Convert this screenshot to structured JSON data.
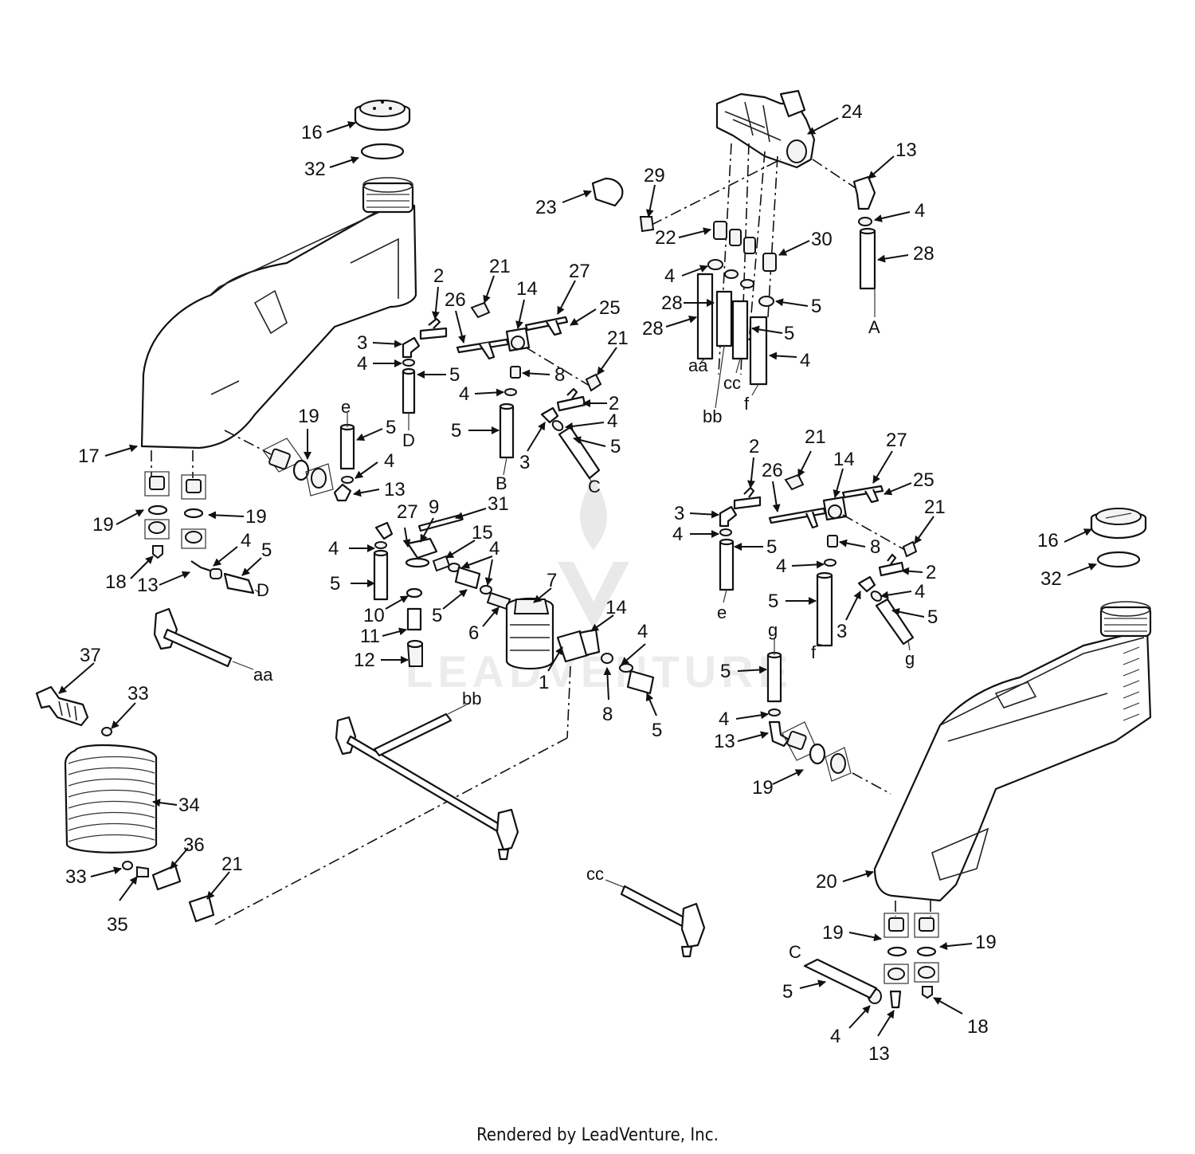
{
  "footer": "Rendered by LeadVenture, Inc.",
  "watermark": "LEADVENTURE",
  "callouts": [
    {
      "id": "c16a",
      "text": "16"
    },
    {
      "id": "c32a",
      "text": "32"
    },
    {
      "id": "c17",
      "text": "17"
    },
    {
      "id": "c19a",
      "text": "19"
    },
    {
      "id": "c19b",
      "text": "19"
    },
    {
      "id": "c19c",
      "text": "19"
    },
    {
      "id": "c18a",
      "text": "18"
    },
    {
      "id": "c13a",
      "text": "13"
    },
    {
      "id": "c4a",
      "text": "4"
    },
    {
      "id": "c5a",
      "text": "5"
    },
    {
      "id": "c5b",
      "text": "5"
    },
    {
      "id": "c4b",
      "text": "4"
    },
    {
      "id": "c13b",
      "text": "13"
    },
    {
      "id": "c2a",
      "text": "2"
    },
    {
      "id": "c21a",
      "text": "21"
    },
    {
      "id": "c26a",
      "text": "26"
    },
    {
      "id": "c14a",
      "text": "14"
    },
    {
      "id": "c27a",
      "text": "27"
    },
    {
      "id": "c25a",
      "text": "25"
    },
    {
      "id": "c3a",
      "text": "3"
    },
    {
      "id": "c4c",
      "text": "4"
    },
    {
      "id": "c5c",
      "text": "5"
    },
    {
      "id": "c8a",
      "text": "8"
    },
    {
      "id": "c21b",
      "text": "21"
    },
    {
      "id": "c4d",
      "text": "4"
    },
    {
      "id": "c2b",
      "text": "2"
    },
    {
      "id": "c5d",
      "text": "5"
    },
    {
      "id": "c4e",
      "text": "4"
    },
    {
      "id": "c3b",
      "text": "3"
    },
    {
      "id": "c5e",
      "text": "5"
    },
    {
      "id": "c23",
      "text": "23"
    },
    {
      "id": "c29",
      "text": "29"
    },
    {
      "id": "c24",
      "text": "24"
    },
    {
      "id": "c13c",
      "text": "13"
    },
    {
      "id": "c22",
      "text": "22"
    },
    {
      "id": "c30",
      "text": "30"
    },
    {
      "id": "c4f",
      "text": "4"
    },
    {
      "id": "c4g",
      "text": "4"
    },
    {
      "id": "c5f",
      "text": "5"
    },
    {
      "id": "c28a",
      "text": "28"
    },
    {
      "id": "c28b",
      "text": "28"
    },
    {
      "id": "c28c",
      "text": "28"
    },
    {
      "id": "c5g",
      "text": "5"
    },
    {
      "id": "c4h",
      "text": "4"
    },
    {
      "id": "c27b",
      "text": "27"
    },
    {
      "id": "c9",
      "text": "9"
    },
    {
      "id": "c31",
      "text": "31"
    },
    {
      "id": "c15",
      "text": "15"
    },
    {
      "id": "c4i",
      "text": "4"
    },
    {
      "id": "c4j",
      "text": "4"
    },
    {
      "id": "c5h",
      "text": "5"
    },
    {
      "id": "c10",
      "text": "10"
    },
    {
      "id": "c5i",
      "text": "5"
    },
    {
      "id": "c11",
      "text": "11"
    },
    {
      "id": "c6",
      "text": "6"
    },
    {
      "id": "c7",
      "text": "7"
    },
    {
      "id": "c12",
      "text": "12"
    },
    {
      "id": "c14b",
      "text": "14"
    },
    {
      "id": "c1",
      "text": "1"
    },
    {
      "id": "c4k",
      "text": "4"
    },
    {
      "id": "c8b",
      "text": "8"
    },
    {
      "id": "c5j",
      "text": "5"
    },
    {
      "id": "c37",
      "text": "37"
    },
    {
      "id": "c33a",
      "text": "33"
    },
    {
      "id": "c34",
      "text": "34"
    },
    {
      "id": "c36",
      "text": "36"
    },
    {
      "id": "c33b",
      "text": "33"
    },
    {
      "id": "c21c",
      "text": "21"
    },
    {
      "id": "c35",
      "text": "35"
    },
    {
      "id": "c2c",
      "text": "2"
    },
    {
      "id": "c21d",
      "text": "21"
    },
    {
      "id": "c14c",
      "text": "14"
    },
    {
      "id": "c27c",
      "text": "27"
    },
    {
      "id": "c26b",
      "text": "26"
    },
    {
      "id": "c25b",
      "text": "25"
    },
    {
      "id": "c3c",
      "text": "3"
    },
    {
      "id": "c4l",
      "text": "4"
    },
    {
      "id": "c5k",
      "text": "5"
    },
    {
      "id": "c8c",
      "text": "8"
    },
    {
      "id": "c21e",
      "text": "21"
    },
    {
      "id": "c4m",
      "text": "4"
    },
    {
      "id": "c2d",
      "text": "2"
    },
    {
      "id": "c5l",
      "text": "5"
    },
    {
      "id": "c4n",
      "text": "4"
    },
    {
      "id": "c3d",
      "text": "3"
    },
    {
      "id": "c5m",
      "text": "5"
    },
    {
      "id": "c5n",
      "text": "5"
    },
    {
      "id": "c4o",
      "text": "4"
    },
    {
      "id": "c13d",
      "text": "13"
    },
    {
      "id": "c19d",
      "text": "19"
    },
    {
      "id": "c16b",
      "text": "16"
    },
    {
      "id": "c32b",
      "text": "32"
    },
    {
      "id": "c20",
      "text": "20"
    },
    {
      "id": "c19e",
      "text": "19"
    },
    {
      "id": "c19f",
      "text": "19"
    },
    {
      "id": "c5o",
      "text": "5"
    },
    {
      "id": "c4p",
      "text": "4"
    },
    {
      "id": "c13e",
      "text": "13"
    },
    {
      "id": "c18b",
      "text": "18"
    }
  ],
  "refs": [
    {
      "id": "rD1",
      "text": "D"
    },
    {
      "id": "re1",
      "text": "e"
    },
    {
      "id": "rD2",
      "text": "D"
    },
    {
      "id": "rB1",
      "text": "B"
    },
    {
      "id": "rC1",
      "text": "C"
    },
    {
      "id": "rA",
      "text": "A"
    },
    {
      "id": "raa1",
      "text": "aa"
    },
    {
      "id": "rbb1",
      "text": "bb"
    },
    {
      "id": "rcc1",
      "text": "cc"
    },
    {
      "id": "rf1",
      "text": "f"
    },
    {
      "id": "raa2",
      "text": "aa"
    },
    {
      "id": "rbb2",
      "text": "bb"
    },
    {
      "id": "rcc2",
      "text": "cc"
    },
    {
      "id": "re2",
      "text": "e"
    },
    {
      "id": "rf2",
      "text": "f"
    },
    {
      "id": "rg1",
      "text": "g"
    },
    {
      "id": "rg2",
      "text": "g"
    },
    {
      "id": "rC2",
      "text": "C"
    }
  ]
}
